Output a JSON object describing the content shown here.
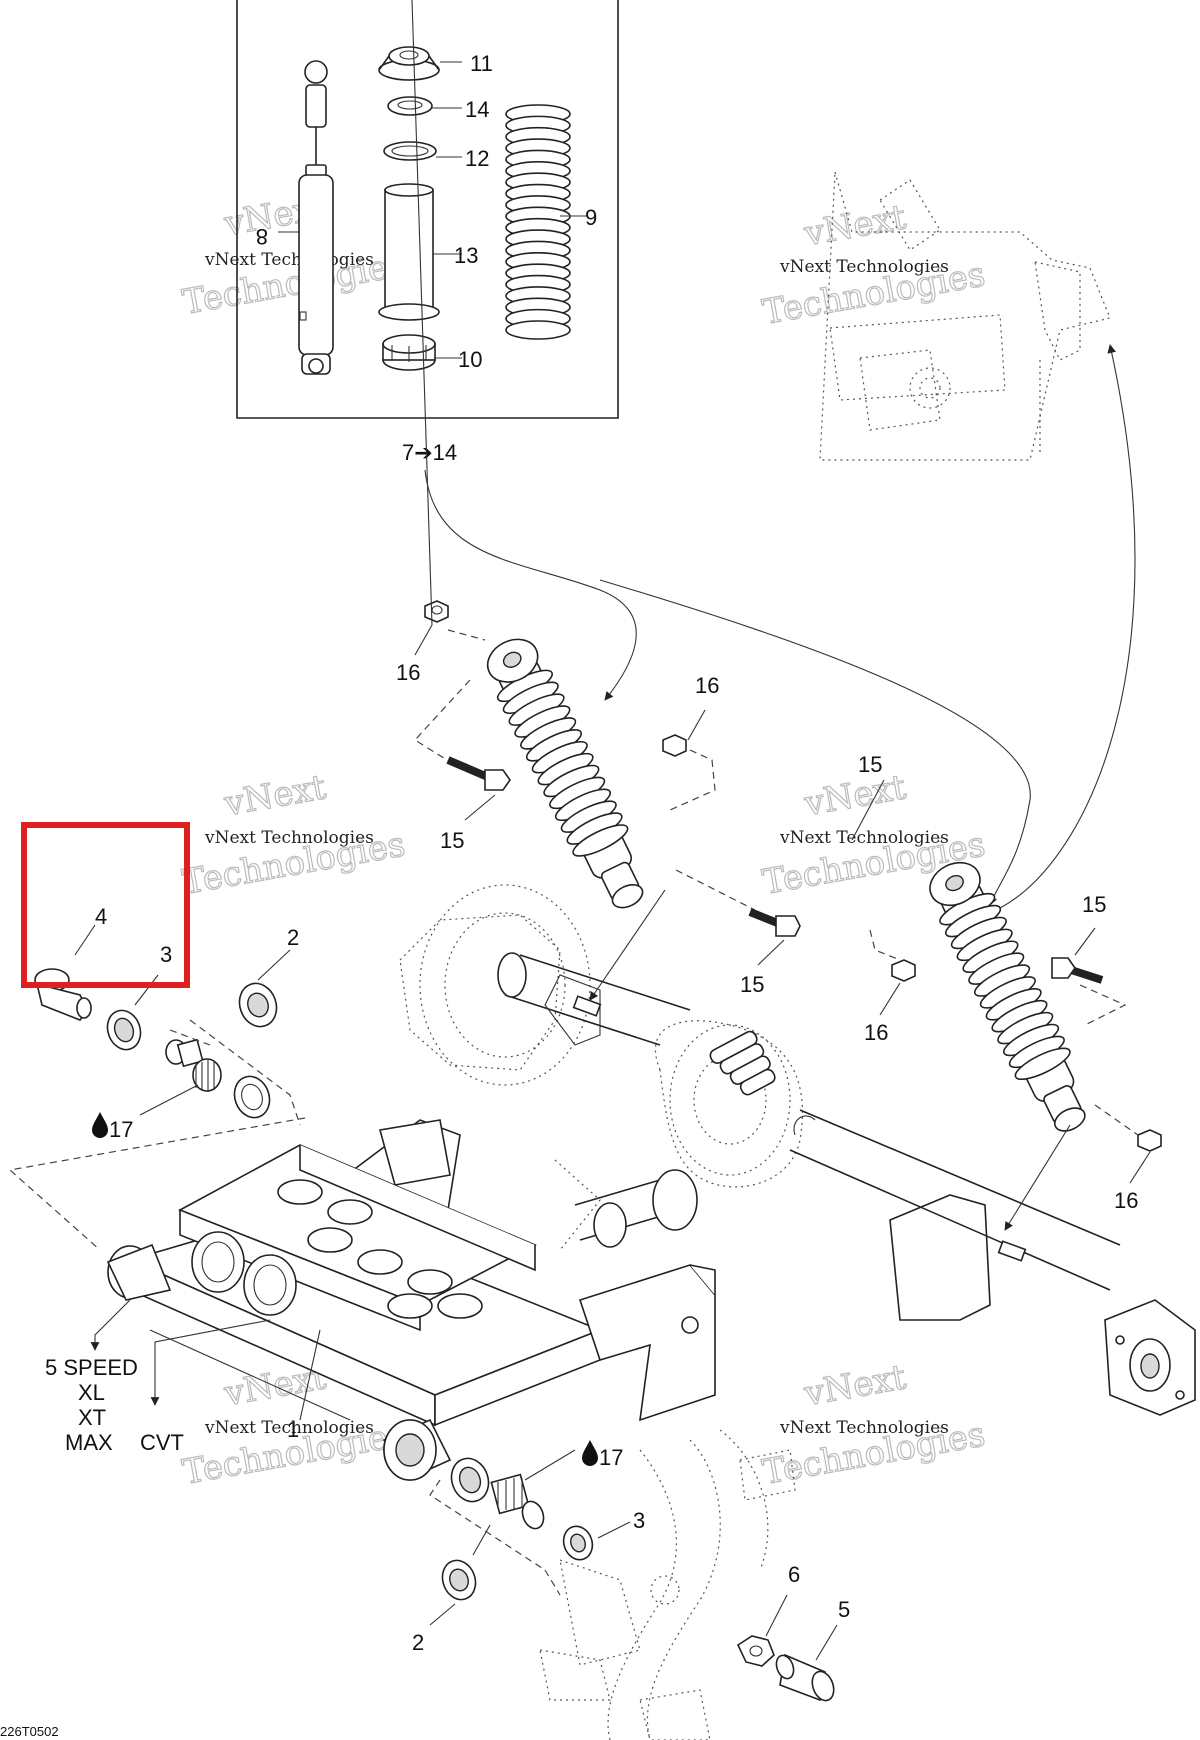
{
  "callouts": {
    "c11": "11",
    "c14": "14",
    "c12": "12",
    "c13": "13",
    "c9": "9",
    "c8": "8",
    "c10": "10",
    "range": "7➔14",
    "c16a": "16",
    "c16b": "16",
    "c16c": "16",
    "c16d": "16",
    "c15a": "15",
    "c15b": "15",
    "c15c": "15",
    "c15d": "15",
    "c4": "4",
    "c3a": "3",
    "c2a": "2",
    "c17a": "17",
    "c17b": "17",
    "c1": "1",
    "c3b": "3",
    "c2b": "2",
    "c6": "6",
    "c5": "5"
  },
  "captions": {
    "speed_1": "5 SPEED",
    "speed_2": "XL",
    "speed_3": "XT",
    "speed_4": "MAX",
    "cvt": "CVT"
  },
  "watermark": {
    "line1": "vNext Technologies",
    "line2": "vNext",
    "line3": "Technologies"
  },
  "figure_code": "226T0502",
  "icons": {
    "lubricant": "oil-drop-icon"
  },
  "colors": {
    "highlight": "#e02020",
    "ink": "#222222"
  }
}
